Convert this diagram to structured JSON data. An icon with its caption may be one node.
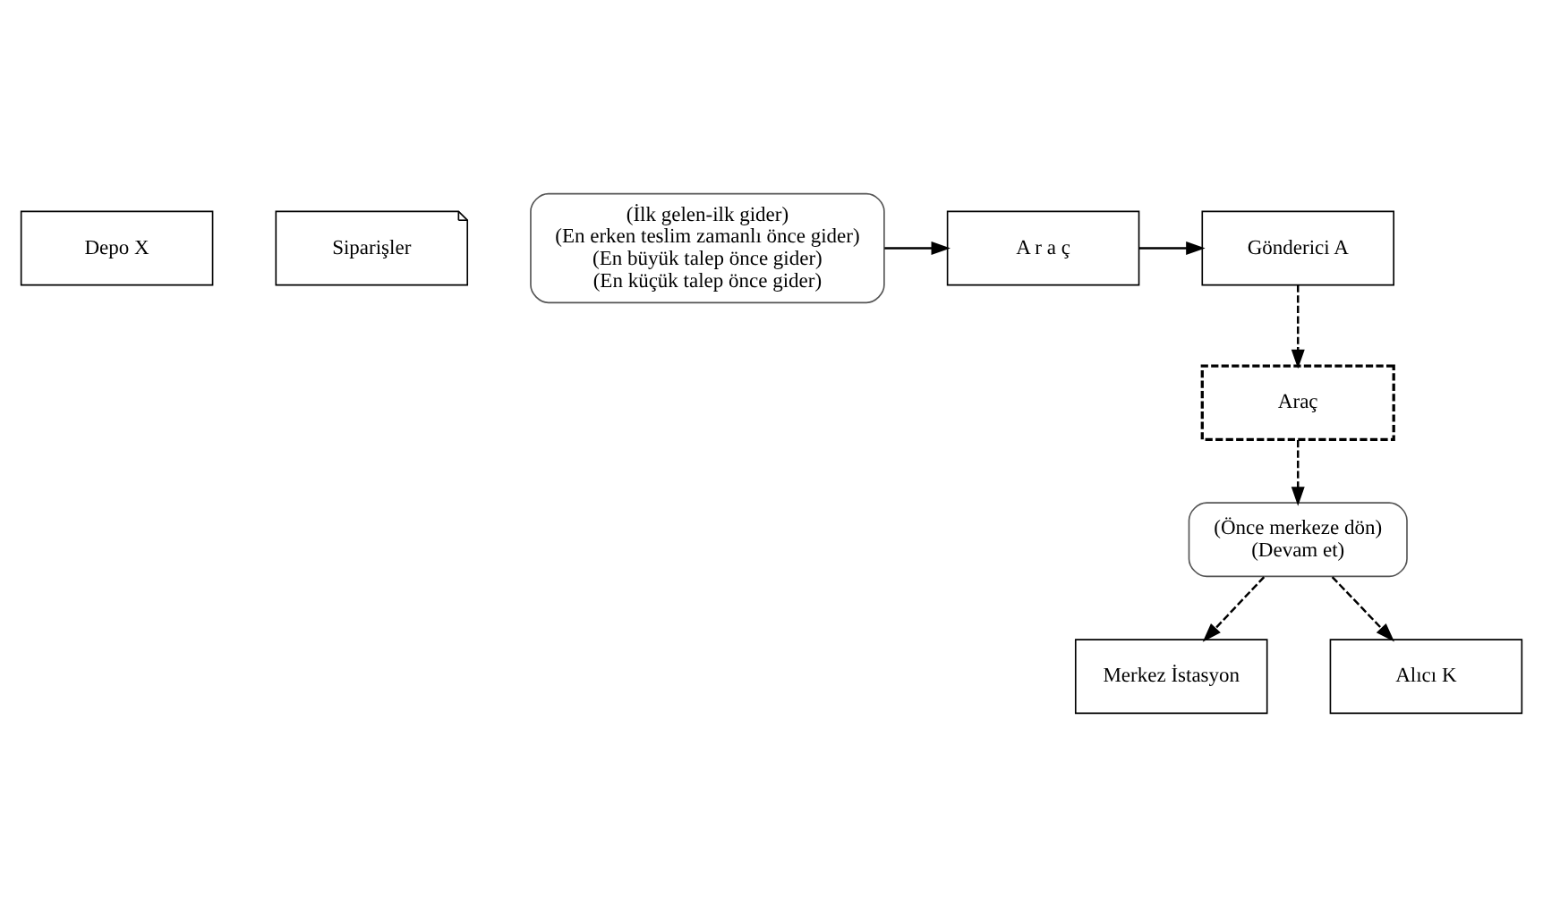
{
  "diagram": {
    "nodes": [
      {
        "text": [
          "Depo X"
        ]
      },
      {
        "text": [
          "Siparişler"
        ]
      },
      {
        "text": [
          "(İlk gelen-ilk gider)",
          "(En erken teslim zamanlı önce gider)",
          "(En büyük talep önce gider)",
          "(En küçük talep önce gider)"
        ]
      },
      {
        "text": [
          "A r a ç"
        ]
      },
      {
        "text": [
          "Gönderici A"
        ]
      },
      {
        "text": [
          "Araç"
        ]
      },
      {
        "text": [
          "(Önce merkeze dön)",
          "(Devam et)"
        ]
      },
      {
        "text": [
          "Merkez İstasyon"
        ]
      },
      {
        "text": [
          "Alıcı K"
        ]
      }
    ],
    "edges": [
      {
        "from": 2,
        "to": 3,
        "arrow": "to"
      },
      {
        "from": 3,
        "to": 4,
        "arrow": "to"
      },
      {
        "from": 4,
        "to": 5,
        "arrow": "to",
        "style": "dashed"
      },
      {
        "from": 5,
        "to": 6,
        "arrow": "to",
        "style": "dashed"
      },
      {
        "from": 6,
        "to": 7,
        "arrow": "to",
        "style": "dashed"
      },
      {
        "from": 6,
        "to": 8,
        "arrow": "to",
        "style": "dashed"
      }
    ]
  }
}
